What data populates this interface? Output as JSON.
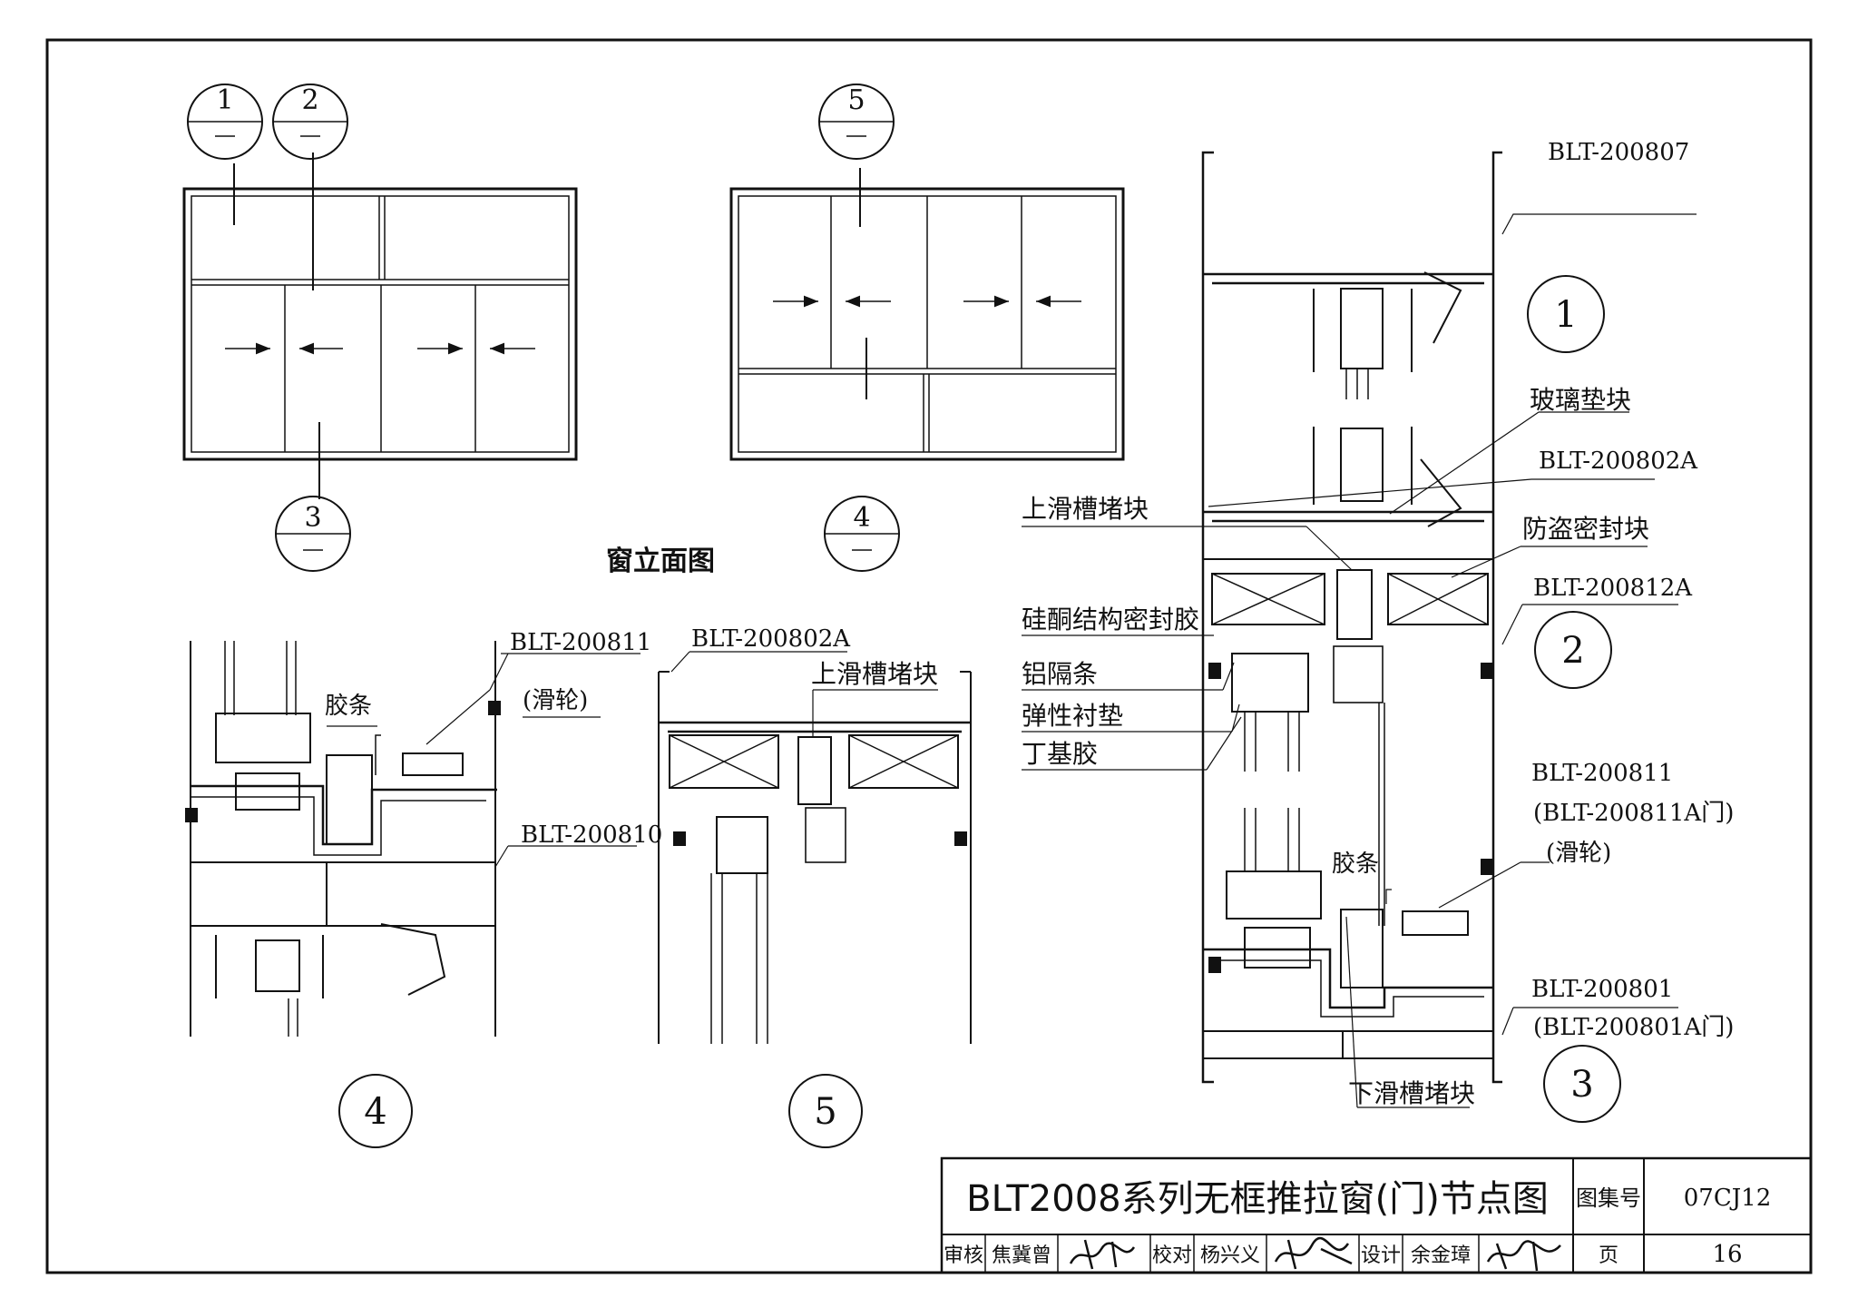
{
  "elevation": {
    "caption": "窗立面图",
    "markers": {
      "m1": "1",
      "m2": "2",
      "m3": "3",
      "m4": "4",
      "m5": "5"
    }
  },
  "detail1": {
    "number": "1",
    "labels": {
      "blt200807": "BLT-200807",
      "glass_block": "玻璃垫块",
      "blt200802a": "BLT-200802A",
      "anti_theft": "防盗密封块",
      "upper_plug": "上滑槽堵块",
      "silicone": "硅酮结构密封胶",
      "spacer": "铝隔条",
      "elastic": "弹性衬垫",
      "butyl": "丁基胶"
    }
  },
  "detail2": {
    "number": "2",
    "labels": {
      "blt200812a": "BLT-200812A",
      "blt200811": "BLT-200811",
      "blt200811a": "(BLT-200811A门)",
      "roller": "(滑轮)",
      "gasket": "胶条"
    }
  },
  "detail3": {
    "number": "3",
    "labels": {
      "blt200801": "BLT-200801",
      "blt200801a": "(BLT-200801A门)",
      "lower_plug": "下滑槽堵块"
    }
  },
  "detail4": {
    "number": "4",
    "labels": {
      "blt200811": "BLT-200811",
      "gasket": "胶条",
      "roller": "(滑轮)",
      "blt200810": "BLT-200810"
    }
  },
  "detail5": {
    "number": "5",
    "labels": {
      "blt200802a": "BLT-200802A",
      "upper_plug": "上滑槽堵块"
    }
  },
  "title_block": {
    "title": "BLT2008系列无框推拉窗(门)节点图",
    "atlas_label": "图集号",
    "atlas_no": "07CJ12",
    "review_label": "审核",
    "reviewer": "焦冀曾",
    "check_label": "校对",
    "checker": "杨兴义",
    "design_label": "设计",
    "designer": "余金璋",
    "page_label": "页",
    "page_no": "16"
  },
  "colors": {
    "ink": "#111111",
    "paper": "#ffffff"
  }
}
